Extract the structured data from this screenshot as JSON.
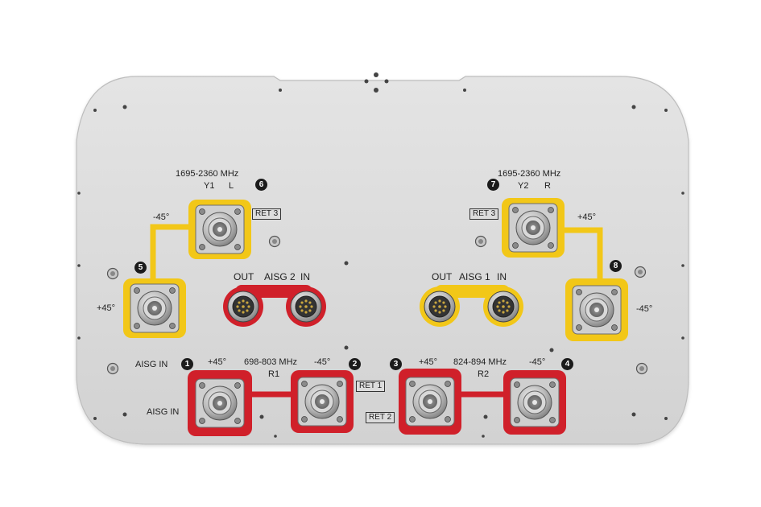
{
  "colors": {
    "background": "#ffffff",
    "panel": "#dcdcdc",
    "yellow_band": "#f2c718",
    "red_band": "#d0202a",
    "connector_metal": "#b8b8b8"
  },
  "labels": {
    "freq_high_left": "1695-2360 MHz",
    "freq_high_right": "1695-2360 MHz",
    "y1": "Y1",
    "l": "L",
    "y2": "Y2",
    "r": "R",
    "ret3_left": "RET 3",
    "ret3_right": "RET 3",
    "minus45_top_left": "-45°",
    "plus45_mid_left": "+45°",
    "plus45_top_right": "+45°",
    "minus45_mid_right": "-45°",
    "out_left": "OUT",
    "aisg2": "AISG 2",
    "in_left": "IN",
    "out_right": "OUT",
    "aisg1": "AISG 1",
    "in_right": "IN",
    "aisg_in_top": "AISG IN",
    "aisg_in_bottom": "AISG IN",
    "plus45_r1": "+45°",
    "freq_r1": "698-803 MHz",
    "r1": "R1",
    "minus45_r1": "-45°",
    "plus45_r2": "+45°",
    "freq_r2": "824-894 MHz",
    "r2": "R2",
    "minus45_r2": "-45°",
    "ret1": "RET 1",
    "ret2": "RET 2"
  },
  "port_numbers": [
    "1",
    "2",
    "3",
    "4",
    "5",
    "6",
    "7",
    "8"
  ]
}
